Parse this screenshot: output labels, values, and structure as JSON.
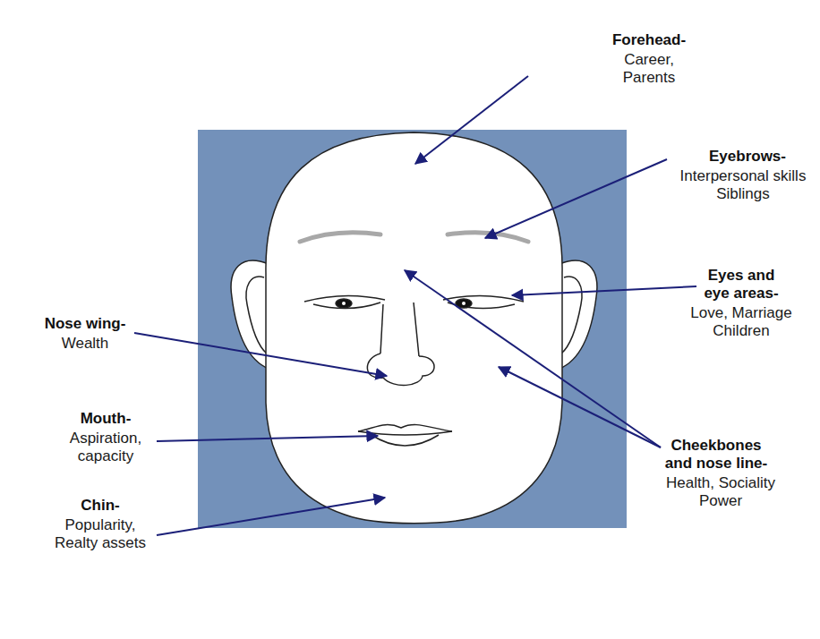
{
  "diagram": {
    "labels": [
      "Forehead-",
      "Career, Parents",
      "Eyebrows-",
      "Interpersonal skills Siblings",
      "Eyes and eye areas-",
      "Love, Marriage Children",
      "Nose wing-",
      "Wealth",
      "Mouth-",
      "Aspiration, capacity",
      "Chin-",
      "Popularity, Realty assets",
      "Cheekbones and nose line-",
      "Health, Sociality Power"
    ]
  }
}
